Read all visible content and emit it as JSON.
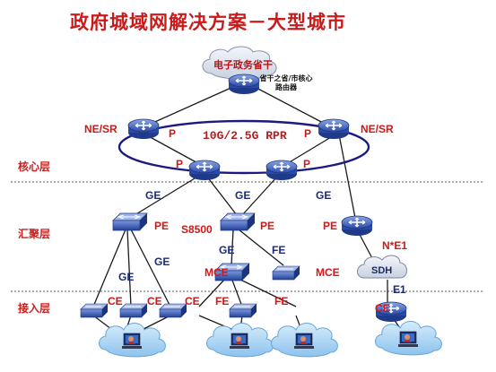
{
  "title": "政府城域网解决方案－大型城市",
  "cloud_top": "电子政务省干",
  "core_router": "省干之省/市核心路由器",
  "ring_label": "10G/2.5G RPR",
  "layers": {
    "core": "核心层",
    "aggregation": "汇聚层",
    "access": "接入层"
  },
  "labels": {
    "ne_sr_left": "NE/SR",
    "ne_sr_right": "NE/SR",
    "p_top_left": "P",
    "p_top_right": "P",
    "p_mid_left": "P",
    "p_mid_right": "P",
    "ge_1": "GE",
    "ge_2": "GE",
    "ge_3": "GE",
    "pe_1": "PE",
    "pe_2": "PE",
    "pe_3": "PE",
    "s8500": "S8500",
    "ge_access_1": "GE",
    "ge_access_2": "GE",
    "ge_mid": "GE",
    "fe_mid": "FE",
    "mce_1": "MCE",
    "mce_2": "MCE",
    "ne1": "N*E1",
    "sdh": "SDH",
    "e1": "E1",
    "ce_1": "CE",
    "ce_2": "CE",
    "ce_3": "CE",
    "fe_a": "FE",
    "fe_b": "FE",
    "ce_4": "CE"
  },
  "colors": {
    "title": "#cc1a1a",
    "ring": "#1a1a80",
    "labels_red": "#d01818",
    "labels_navy": "#1c2c7a",
    "router": "#2a4aa8"
  }
}
